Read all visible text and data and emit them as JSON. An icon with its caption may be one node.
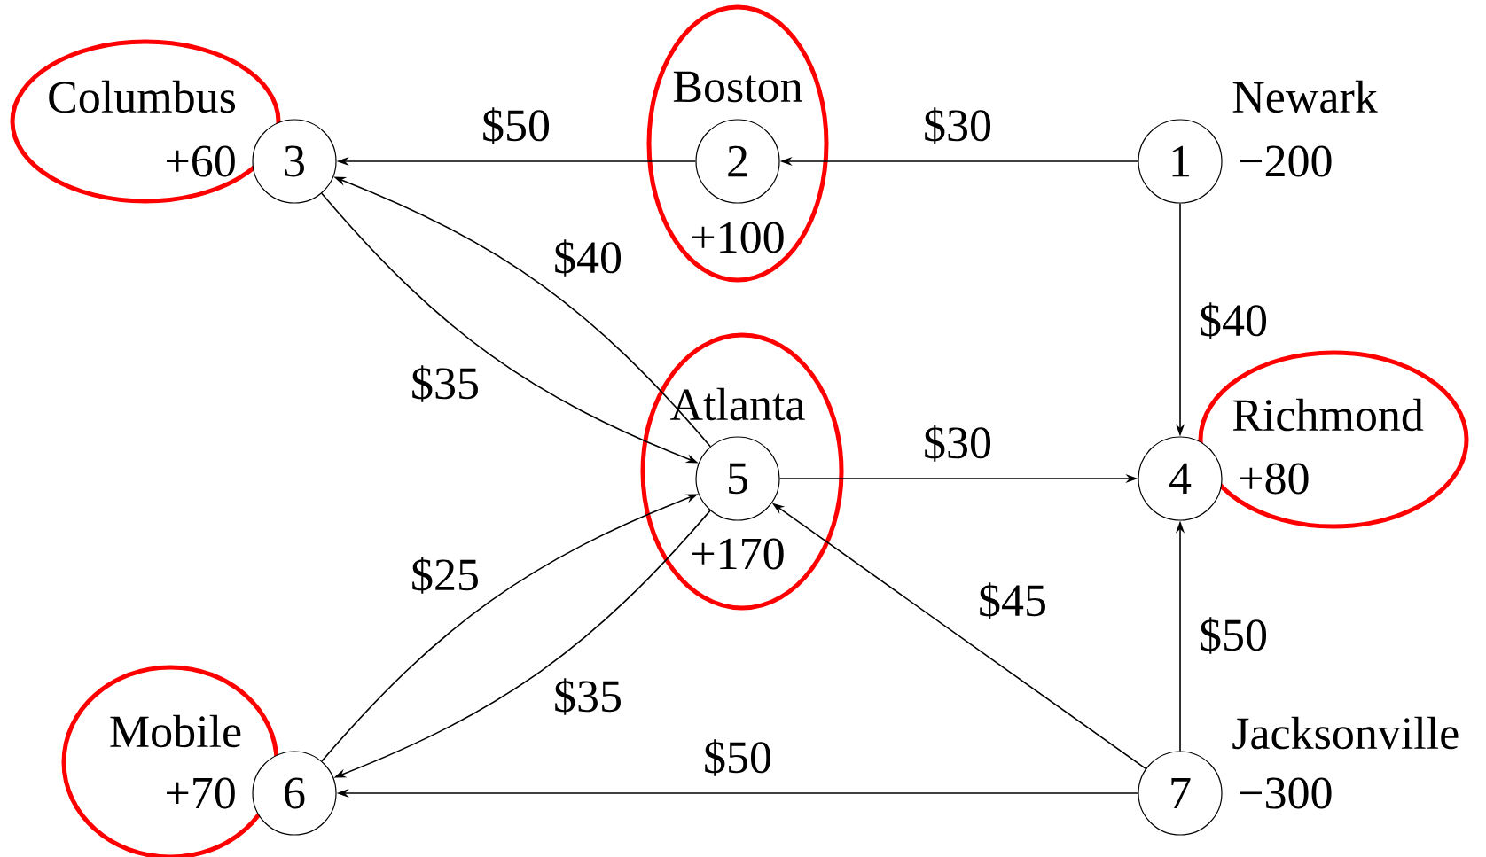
{
  "diagram": {
    "nodes": [
      {
        "text": [
          "1"
        ],
        "beside": [
          "Newark",
          "−200"
        ]
      },
      {
        "text": [
          "2"
        ],
        "beside": [
          "Boston",
          "+100"
        ]
      },
      {
        "text": [
          "3"
        ],
        "beside": [
          "Columbus",
          "+60"
        ]
      },
      {
        "text": [
          "4"
        ],
        "beside": [
          "Richmond",
          "+80"
        ]
      },
      {
        "text": [
          "5"
        ],
        "beside": [
          "Atlanta",
          "+170"
        ]
      },
      {
        "text": [
          "6"
        ],
        "beside": [
          "Mobile",
          "+70"
        ]
      },
      {
        "text": [
          "7"
        ],
        "beside": [
          "Jacksonville",
          "−300"
        ]
      }
    ],
    "edges": [
      {
        "from": 0,
        "to": 1,
        "arrow": "to",
        "label": "$30"
      },
      {
        "from": 1,
        "to": 2,
        "arrow": "to",
        "label": "$50"
      },
      {
        "from": 0,
        "to": 3,
        "arrow": "to",
        "label": "$40"
      },
      {
        "from": 2,
        "to": 4,
        "arrow": "to",
        "label": "$35"
      },
      {
        "from": 4,
        "to": 2,
        "arrow": "to",
        "label": "$40"
      },
      {
        "from": 4,
        "to": 3,
        "arrow": "to",
        "label": "$30"
      },
      {
        "from": 5,
        "to": 4,
        "arrow": "to",
        "label": "$25"
      },
      {
        "from": 4,
        "to": 5,
        "arrow": "to",
        "label": "$35"
      },
      {
        "from": 6,
        "to": 4,
        "arrow": "to",
        "label": "$45"
      },
      {
        "from": 6,
        "to": 3,
        "arrow": "to",
        "label": "$50"
      },
      {
        "from": 6,
        "to": 5,
        "arrow": "to",
        "label": "$50"
      }
    ]
  }
}
